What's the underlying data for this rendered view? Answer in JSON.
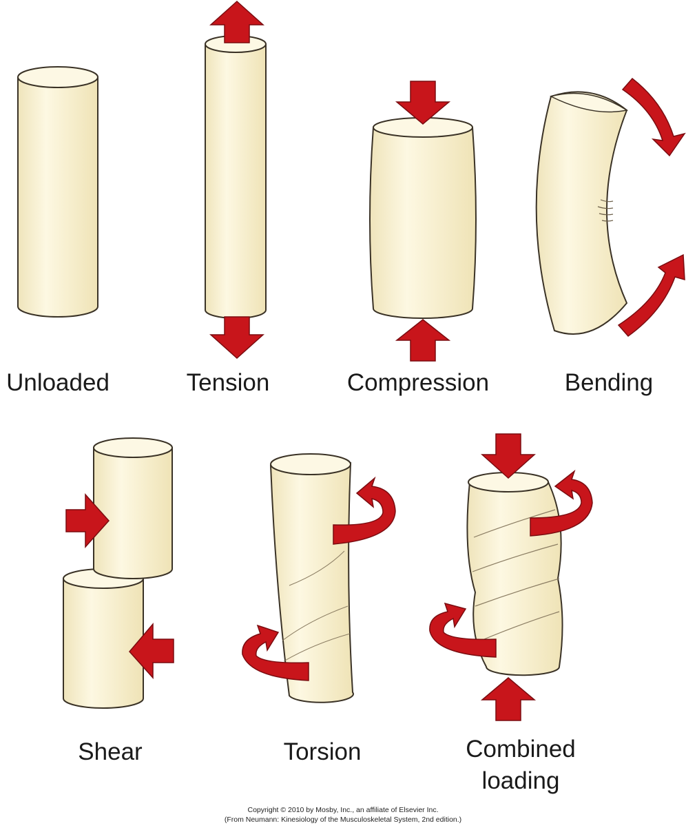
{
  "diagram": {
    "labels": {
      "unloaded": "Unloaded",
      "tension": "Tension",
      "compression": "Compression",
      "bending": "Bending",
      "shear": "Shear",
      "torsion": "Torsion",
      "combined_line1": "Combined",
      "combined_line2": "loading"
    },
    "credit_line1": "Copyright © 2010 by Mosby, Inc., an affiliate of Elsevier Inc.",
    "credit_line2": "(From Neumann: Kinesiology of the Musculoskeletal System, 2nd edition.)"
  },
  "colors": {
    "bone_fill": "#fbf5d8",
    "bone_stroke": "#3a3226",
    "arrow_fill": "#c8151b",
    "arrow_dark": "#8a0e12"
  }
}
